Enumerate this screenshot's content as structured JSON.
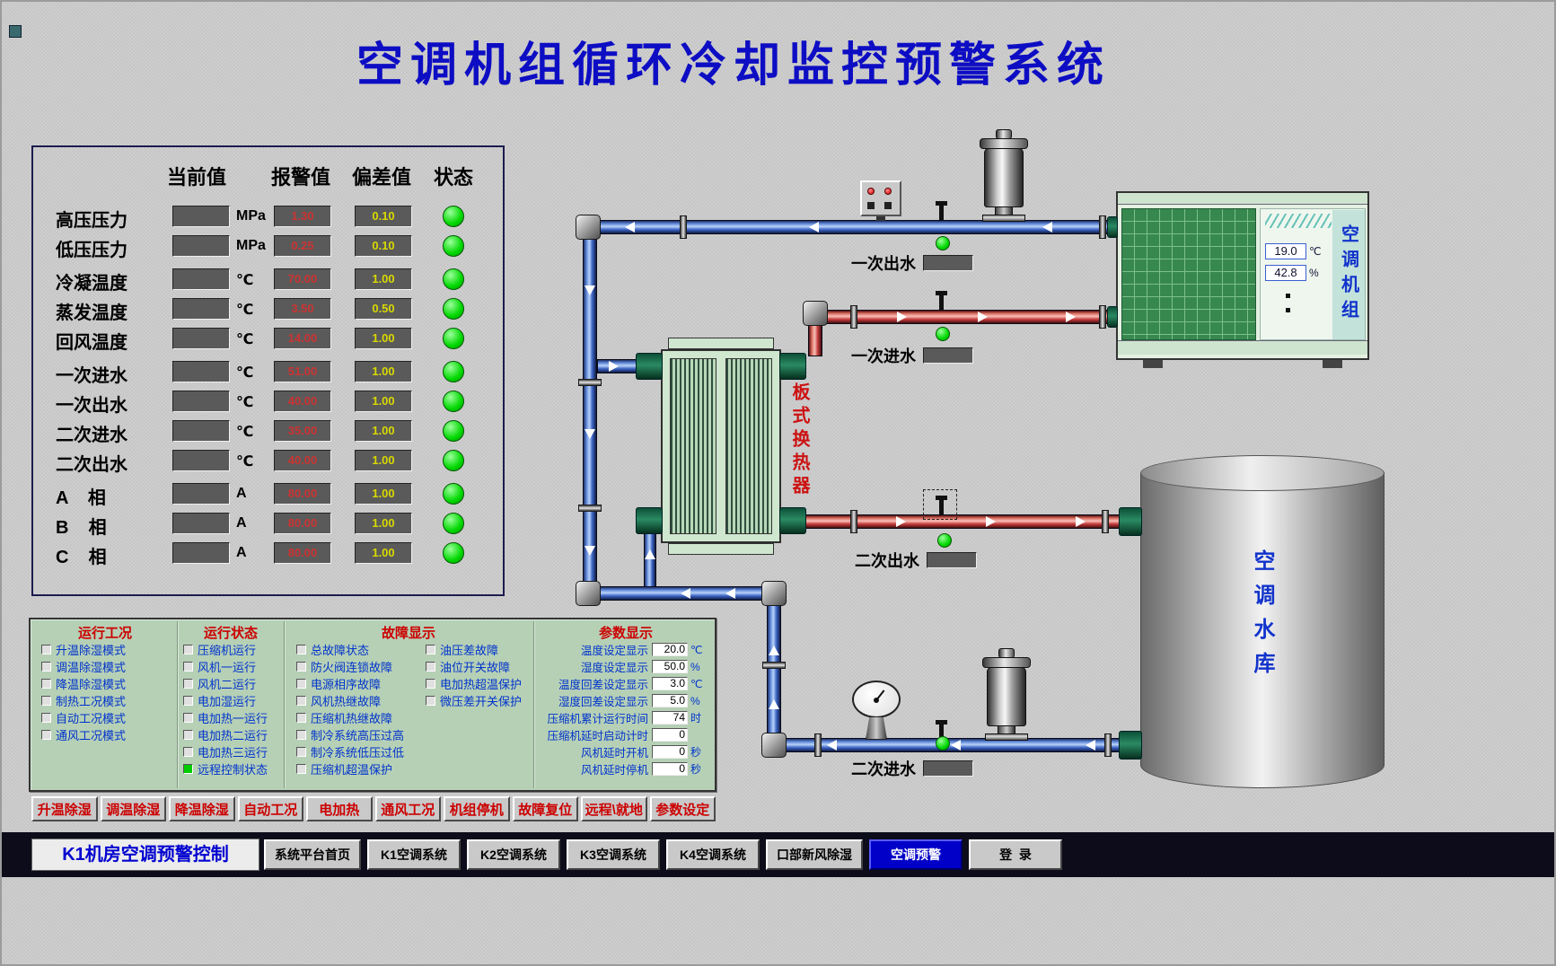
{
  "title": "空调机组循环冷却监控预警系统",
  "monitor_panel": {
    "headers": {
      "current": "当前值",
      "alarm": "报警值",
      "deviation": "偏差值",
      "status": "状态"
    },
    "rows": [
      {
        "label": "高压压力",
        "current": "",
        "unit": "MPa",
        "alarm": "1.30",
        "deviation": "0.10"
      },
      {
        "label": "低压压力",
        "current": "",
        "unit": "MPa",
        "alarm": "0.25",
        "deviation": "0.10"
      },
      {
        "label": "冷凝温度",
        "current": "",
        "unit": "℃",
        "alarm": "70.00",
        "deviation": "1.00"
      },
      {
        "label": "蒸发温度",
        "current": "",
        "unit": "℃",
        "alarm": "3.50",
        "deviation": "0.50"
      },
      {
        "label": "回风温度",
        "current": "",
        "unit": "℃",
        "alarm": "14.00",
        "deviation": "1.00"
      },
      {
        "label": "一次进水",
        "current": "",
        "unit": "℃",
        "alarm": "51.00",
        "deviation": "1.00"
      },
      {
        "label": "一次出水",
        "current": "",
        "unit": "℃",
        "alarm": "40.00",
        "deviation": "1.00"
      },
      {
        "label": "二次进水",
        "current": "",
        "unit": "℃",
        "alarm": "35.00",
        "deviation": "1.00"
      },
      {
        "label": "二次出水",
        "current": "",
        "unit": "℃",
        "alarm": "40.00",
        "deviation": "1.00"
      },
      {
        "label": "A    相",
        "current": "",
        "unit": "A",
        "alarm": "80.00",
        "deviation": "1.00"
      },
      {
        "label": "B    相",
        "current": "",
        "unit": "A",
        "alarm": "80.00",
        "deviation": "1.00"
      },
      {
        "label": "C    相",
        "current": "",
        "unit": "A",
        "alarm": "80.00",
        "deviation": "1.00"
      }
    ]
  },
  "control_panel": {
    "run_mode": {
      "title": "运行工况",
      "items": [
        {
          "label": "升温除湿模式"
        },
        {
          "label": "调温除湿模式"
        },
        {
          "label": "降温除湿模式"
        },
        {
          "label": "制热工况模式"
        },
        {
          "label": "自动工况模式"
        },
        {
          "label": "通风工况模式"
        }
      ]
    },
    "run_status": {
      "title": "运行状态",
      "items": [
        {
          "label": "压缩机运行"
        },
        {
          "label": "风机一运行"
        },
        {
          "label": "风机二运行"
        },
        {
          "label": "电加湿运行"
        },
        {
          "label": "电加热一运行"
        },
        {
          "label": "电加热二运行"
        },
        {
          "label": "电加热三运行"
        },
        {
          "label": "远程控制状态",
          "checked": true
        }
      ]
    },
    "fault": {
      "title": "故障显示",
      "col1": [
        {
          "label": "总故障状态"
        },
        {
          "label": "防火阀连锁故障"
        },
        {
          "label": "电源相序故障"
        },
        {
          "label": "风机热继故障"
        },
        {
          "label": "压缩机热继故障"
        },
        {
          "label": "制冷系统高压过高"
        },
        {
          "label": "制冷系统低压过低"
        },
        {
          "label": "压缩机超温保护"
        }
      ],
      "col2": [
        {
          "label": "油压差故障"
        },
        {
          "label": "油位开关故障"
        },
        {
          "label": "电加热超温保护"
        },
        {
          "label": "微压差开关保护"
        }
      ]
    },
    "params": {
      "title": "参数显示",
      "items": [
        {
          "label": "温度设定显示",
          "value": "20.0",
          "unit": "℃"
        },
        {
          "label": "湿度设定显示",
          "value": "50.0",
          "unit": "%"
        },
        {
          "label": "温度回差设定显示",
          "value": "3.0",
          "unit": "℃"
        },
        {
          "label": "湿度回差设定显示",
          "value": "5.0",
          "unit": "%"
        },
        {
          "label": "压缩机累计运行时间",
          "value": "74",
          "unit": "时"
        },
        {
          "label": "压缩机延时启动计时",
          "value": "0",
          "unit": ""
        },
        {
          "label": "风机延时开机",
          "value": "0",
          "unit": "秒"
        },
        {
          "label": "风机延时停机",
          "value": "0",
          "unit": "秒"
        }
      ]
    }
  },
  "mode_buttons": [
    "升温除湿",
    "调温除湿",
    "降温除湿",
    "自动工况",
    "电加热",
    "通风工况",
    "机组停机",
    "故障复位",
    "远程\\就地",
    "参数设定"
  ],
  "nav_bar": {
    "system_label": "K1机房空调预警控制",
    "buttons": [
      {
        "label": "系统平台首页"
      },
      {
        "label": "K1空调系统"
      },
      {
        "label": "K2空调系统"
      },
      {
        "label": "K3空调系统"
      },
      {
        "label": "K4空调系统"
      },
      {
        "label": "口部新风除湿"
      },
      {
        "label": "空调预警",
        "active": true
      },
      {
        "label": "登  录"
      }
    ]
  },
  "diagram": {
    "hx_label": "板式换热器",
    "ac_label": "空调机组",
    "reservoir_label": "空调水库",
    "ac_display": [
      {
        "value": "19.0",
        "unit": "℃"
      },
      {
        "value": "42.8",
        "unit": "%"
      }
    ],
    "flow_labels": [
      {
        "label": "一次出水",
        "value": ""
      },
      {
        "label": "一次进水",
        "value": ""
      },
      {
        "label": "二次出水",
        "value": ""
      },
      {
        "label": "二次进水",
        "value": ""
      }
    ]
  },
  "colors": {
    "title_blue": "#0d0dc4",
    "pipe_cold": "#2a52c0",
    "pipe_hot": "#c03030",
    "status_green": "#00dd00",
    "alarm_red": "#cc3333",
    "deviation_yellow": "#d8d800",
    "active_nav_bg": "#0000c8"
  }
}
